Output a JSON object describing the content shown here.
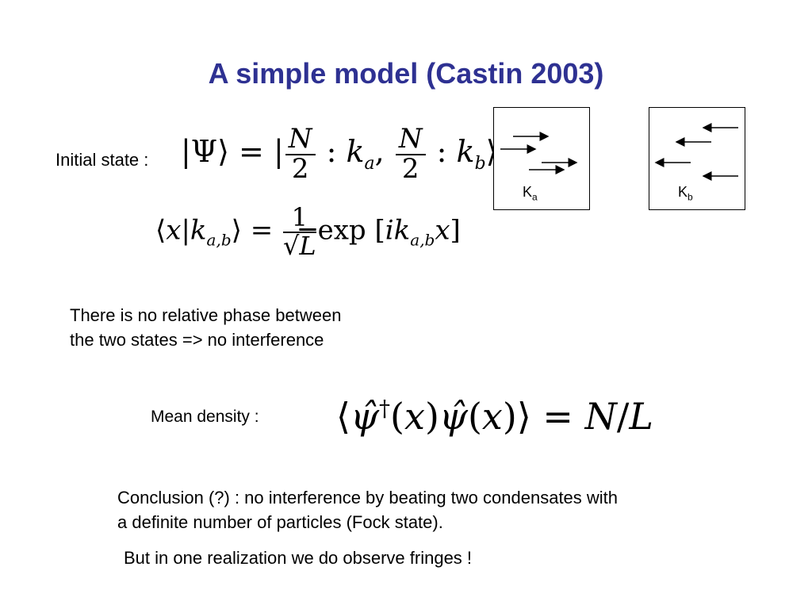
{
  "slide": {
    "title": "A simple model (Castin 2003)",
    "initial_state_label": "Initial state :",
    "panels": [
      {
        "label_main": "K",
        "label_sub": "a",
        "arrow_direction": "right"
      },
      {
        "label_main": "K",
        "label_sub": "b",
        "arrow_direction": "left"
      }
    ],
    "text_no_phase_line1": "There is no relative phase between",
    "text_no_phase_line2": "the two states => no interference",
    "mean_density_label": "Mean density :",
    "conclusion_line1": "Conclusion (?) : no interference by beating two condensates with",
    "conclusion_line2": "a definite number of particles (Fock state).",
    "fringes_note": "But in one realization we do observe fringes !"
  }
}
